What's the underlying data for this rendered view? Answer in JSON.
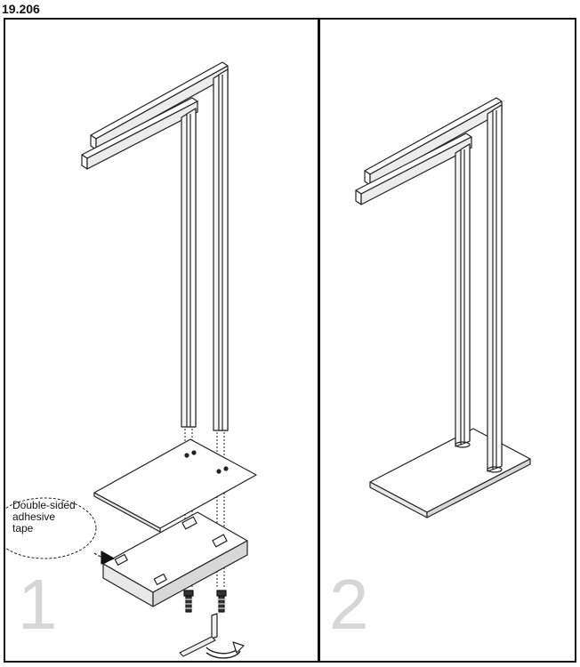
{
  "model_number": "19.206",
  "steps": [
    {
      "number": "1",
      "callout": {
        "lines": [
          "Double-sided",
          "adhesive",
          "tape"
        ]
      }
    },
    {
      "number": "2"
    }
  ]
}
